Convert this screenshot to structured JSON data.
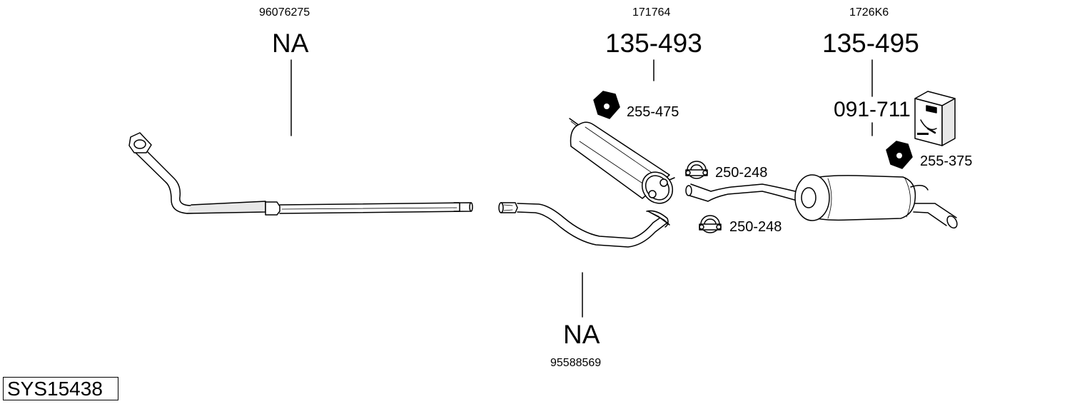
{
  "system": {
    "code": "SYS15438"
  },
  "parts": {
    "front_pipe": {
      "oem": "96076275",
      "ref": "NA"
    },
    "middle_pipe": {
      "oem": "95588569",
      "ref": "NA"
    },
    "center_silencer": {
      "oem": "171764",
      "ref": "135-493"
    },
    "rear_silencer": {
      "oem": "1726K6",
      "ref": "135-495"
    },
    "mounting_kit": {
      "ref": "091-711"
    }
  },
  "accessories": {
    "rubber_mount_center": "255-475",
    "rubber_mount_rear": "255-375",
    "clamp_upper": "250-248",
    "clamp_lower": "250-248"
  },
  "colors": {
    "line": "#000000",
    "fill": "#ffffff",
    "shade": "#d0d0d0"
  }
}
